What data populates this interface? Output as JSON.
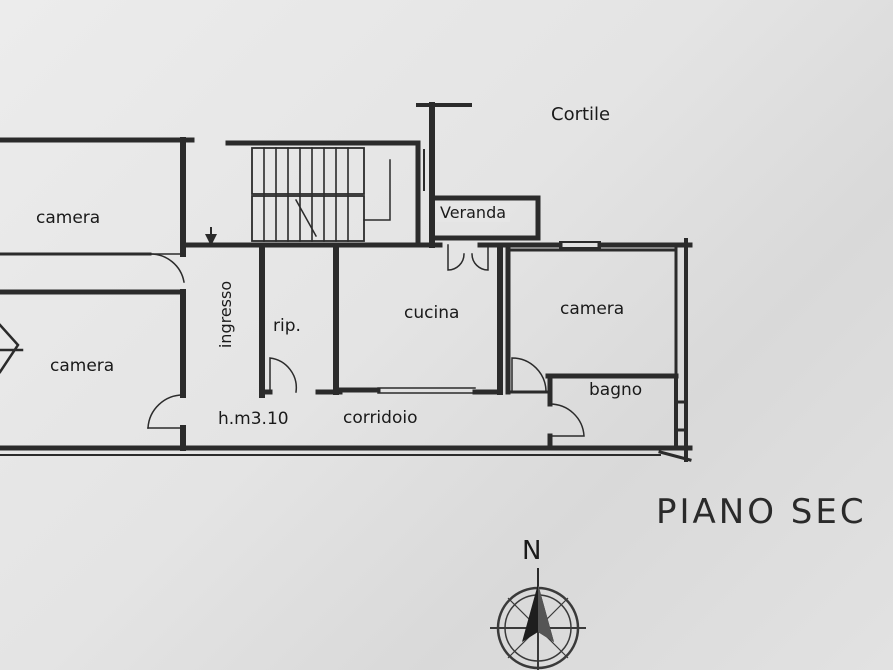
{
  "floor_plan": {
    "rooms": {
      "camera_top_left": "camera",
      "camera_bottom_left": "camera",
      "ingresso": "ingresso",
      "ripostiglio": "rip.",
      "cucina": "cucina",
      "camera_right": "camera",
      "bagno": "bagno",
      "corridoio": "corridoio",
      "veranda": "Veranda"
    },
    "outdoor": {
      "cortile": "Cortile"
    },
    "ceiling_height": "h.m3.10",
    "floor_title": "PIANO SEC",
    "compass": {
      "north_label": "N"
    }
  }
}
